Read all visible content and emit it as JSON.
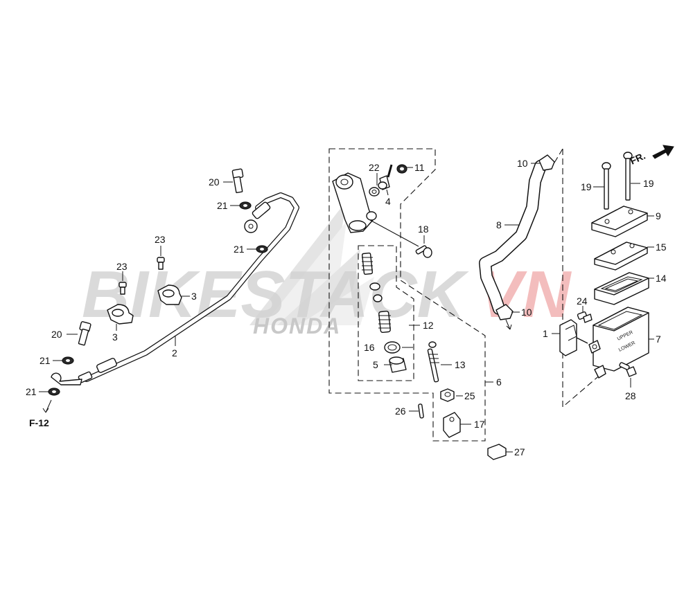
{
  "watermark": {
    "text_main": "BIKESTACK",
    "text_accent": "VN",
    "brand": "HONDA",
    "main_color": "#d2d2d2",
    "accent_color": "#f1b2b2"
  },
  "direction": {
    "label": "FR."
  },
  "reference": {
    "label": "F-12"
  },
  "callouts": {
    "c1": "1",
    "c2": "2",
    "c3a": "3",
    "c3b": "3",
    "c4": "4",
    "c5": "5",
    "c6": "6",
    "c7": "7",
    "c8": "8",
    "c9": "9",
    "c10a": "10",
    "c10b": "10",
    "c11": "11",
    "c12": "12",
    "c13": "13",
    "c14": "14",
    "c15": "15",
    "c16": "16",
    "c17": "17",
    "c18": "18",
    "c19a": "19",
    "c19b": "19",
    "c20a": "20",
    "c20b": "20",
    "c21a": "21",
    "c21b": "21",
    "c21c": "21",
    "c21d": "21",
    "c22": "22",
    "c23a": "23",
    "c23b": "23",
    "c24": "24",
    "c25": "25",
    "c26": "26",
    "c27": "27",
    "c28": "28"
  },
  "reservoir_labels": {
    "upper": "UPPER",
    "lower": "LOWER"
  }
}
